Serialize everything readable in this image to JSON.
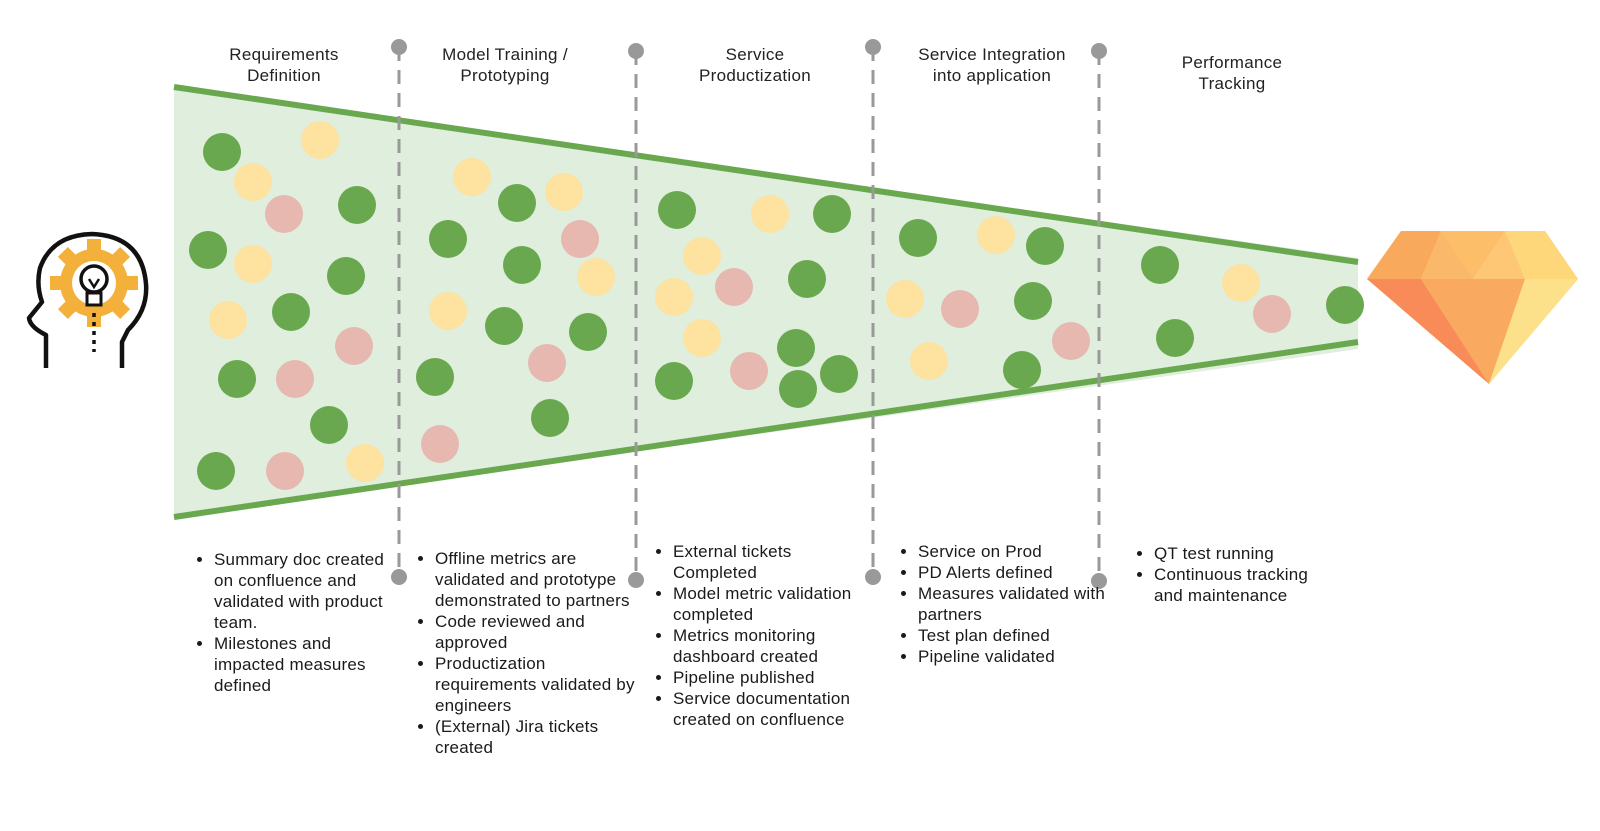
{
  "stages": [
    {
      "title_lines": [
        "Requirements",
        "Definition"
      ],
      "bullets": [
        "Summary doc created on confluence and validated with product team.",
        "Milestones and impacted measures defined"
      ]
    },
    {
      "title_lines": [
        "Model Training /",
        "Prototyping"
      ],
      "bullets": [
        "Offline metrics are validated and prototype demonstrated to partners",
        "Code reviewed and approved",
        "Productization requirements validated by engineers",
        "(External) Jira tickets created"
      ]
    },
    {
      "title_lines": [
        "Service",
        "Productization"
      ],
      "bullets": [
        "External tickets Completed",
        "Model metric validation completed",
        "Metrics monitoring dashboard created",
        "Pipeline published",
        "Service documentation created on confluence"
      ]
    },
    {
      "title_lines": [
        "Service Integration",
        "into application"
      ],
      "bullets": [
        "Service on Prod",
        "PD Alerts defined",
        "Measures validated with partners",
        "Test plan defined",
        "Pipeline validated"
      ]
    },
    {
      "title_lines": [
        "Performance",
        "Tracking"
      ],
      "bullets": [
        "QT test running",
        "Continuous tracking and maintenance"
      ]
    }
  ],
  "icons": {
    "start": "head-lightbulb-gear-icon",
    "end": "diamond-icon"
  },
  "colors": {
    "funnel_fill": "#dfeedd",
    "funnel_edge": "#6aa84f",
    "dot_green": "#6aa84f",
    "dot_yellow": "#fde2a0",
    "dot_pink": "#e6b8b0",
    "divider": "#999999",
    "gear": "#f3b13c"
  }
}
